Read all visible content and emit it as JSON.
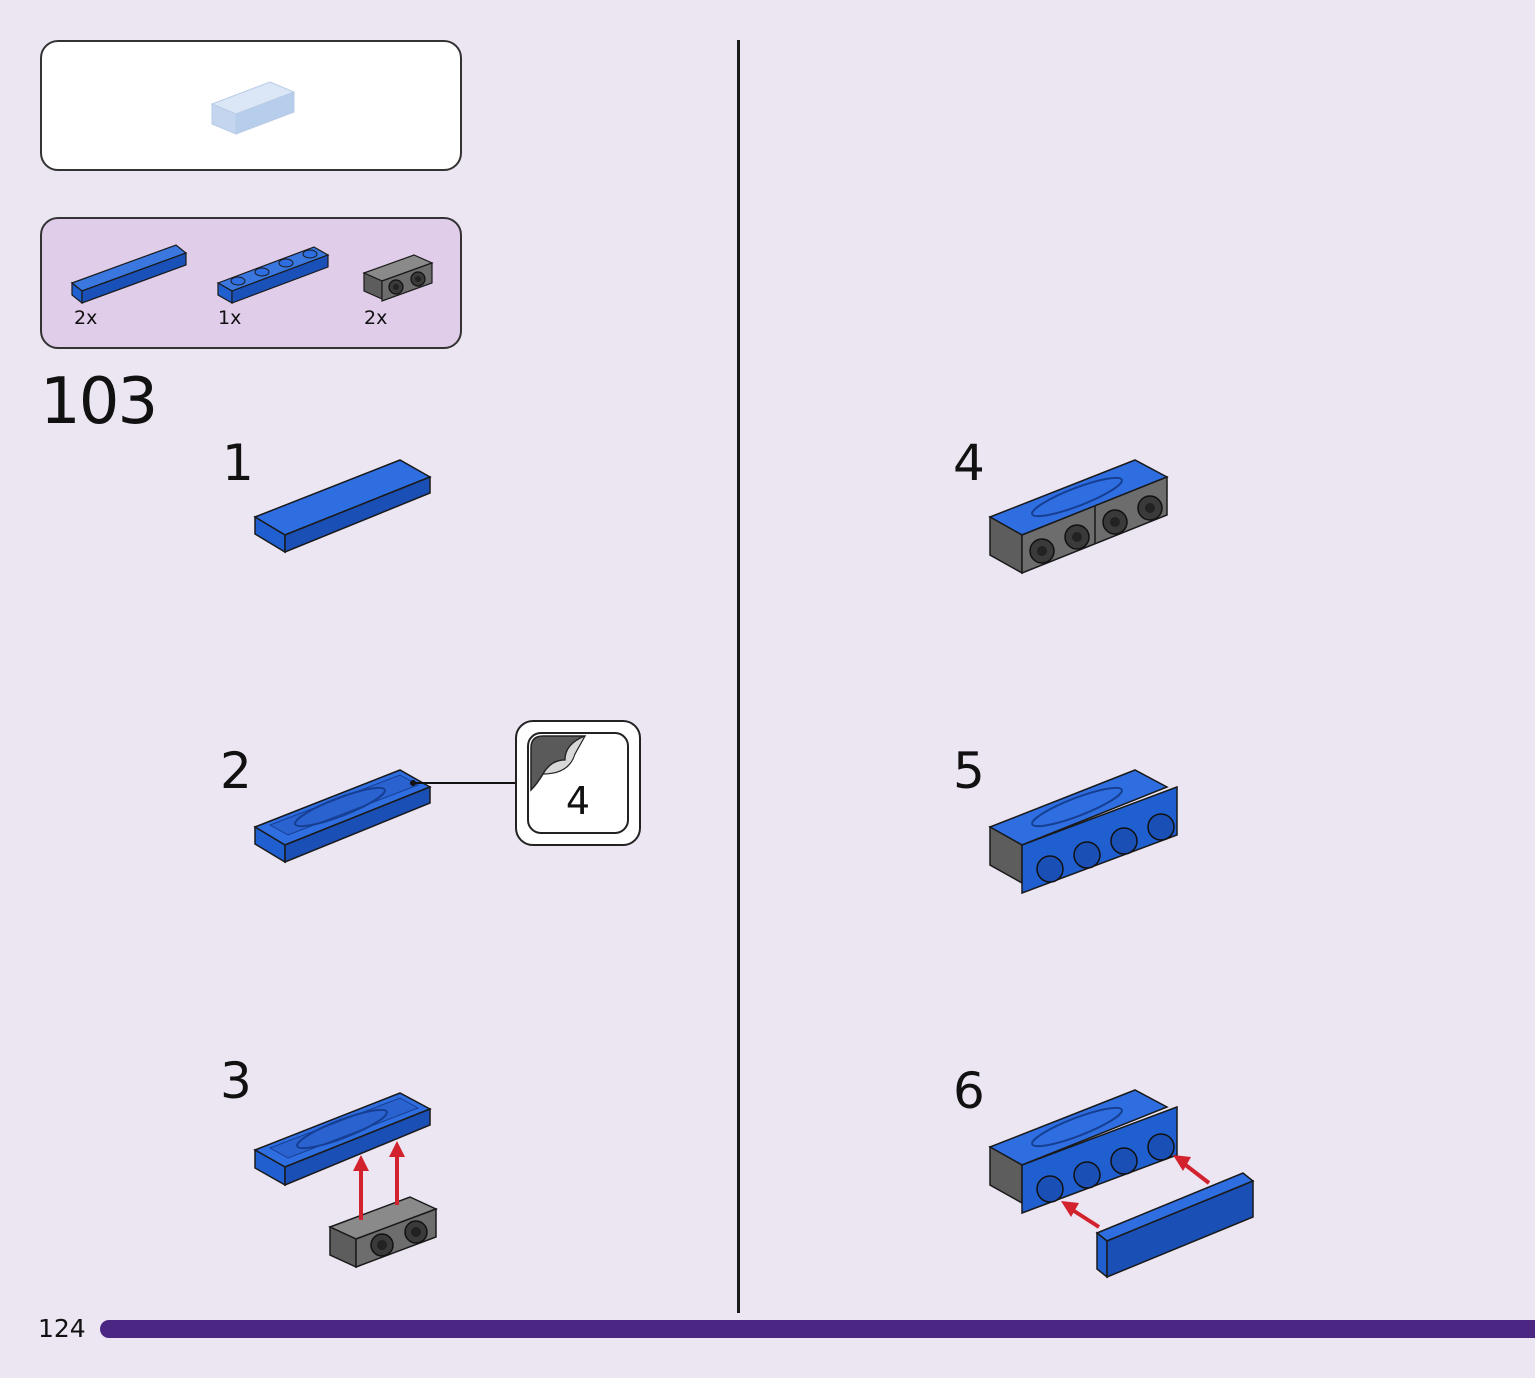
{
  "page": {
    "number": "124",
    "step_number": "103"
  },
  "parts_list": [
    {
      "qty": "2x",
      "part": "tile-1x4-blue"
    },
    {
      "qty": "1x",
      "part": "plate-1x4-blue"
    },
    {
      "qty": "2x",
      "part": "bracket-1x2-dark-gray"
    }
  ],
  "sub_steps": [
    {
      "number": "1"
    },
    {
      "number": "2"
    },
    {
      "number": "3"
    },
    {
      "number": "4"
    },
    {
      "number": "5"
    },
    {
      "number": "6"
    }
  ],
  "sticker": {
    "number": "4"
  },
  "colors": {
    "background": "#ece5f2",
    "parts_box": "#dfcde9",
    "brick_blue": "#1f5fd0",
    "brick_blue_dark": "#163f94",
    "brick_gray": "#6b6b6b",
    "arrow_red": "#d2222d",
    "progress_bar": "#4b2682"
  }
}
